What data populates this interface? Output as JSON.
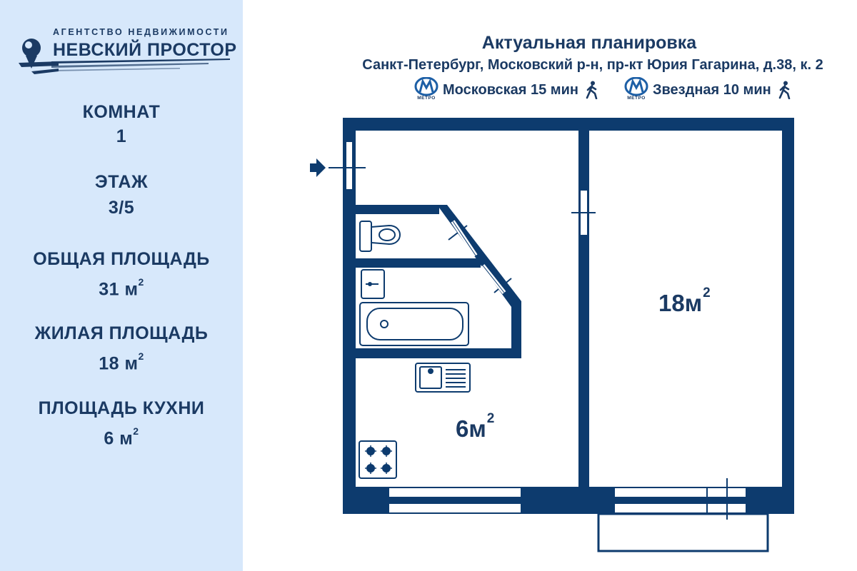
{
  "agency": {
    "name_small": "АГЕНТСТВО НЕДВИЖИМОСТИ",
    "name_big": "НЕВСКИЙ ПРОСТОР",
    "brand_color": "#1b3a63",
    "sidebar_color": "#d7e8fb"
  },
  "stats": {
    "rooms_label": "КОМНАТ",
    "rooms_value": "1",
    "floor_label": "ЭТАЖ",
    "floor_value": "3/5",
    "total_area_label": "ОБЩАЯ ПЛОЩАДЬ",
    "total_area_value": "31 м",
    "living_area_label": "ЖИЛАЯ ПЛОЩАДЬ",
    "living_area_value": "18 м",
    "kitchen_area_label": "ПЛОЩАДЬ КУХНИ",
    "kitchen_area_value": "6 м",
    "area_unit_exp": "2"
  },
  "header": {
    "title": "Актуальная планировка",
    "address": "Санкт-Петербург, Московский р-н, пр-кт Юрия Гагарина, д.38, к. 2"
  },
  "metro": [
    {
      "logo_caption": "МЕТРО",
      "text": "Московская 15 мин",
      "icon": "walking-person-icon"
    },
    {
      "logo_caption": "МЕТРО",
      "text": "Звездная 10 мин",
      "icon": "walking-person-icon"
    }
  ],
  "plan": {
    "kitchen_area": "6м",
    "room_area": "18м",
    "area_exp": "2",
    "wall_color": "#0d3b6e"
  }
}
